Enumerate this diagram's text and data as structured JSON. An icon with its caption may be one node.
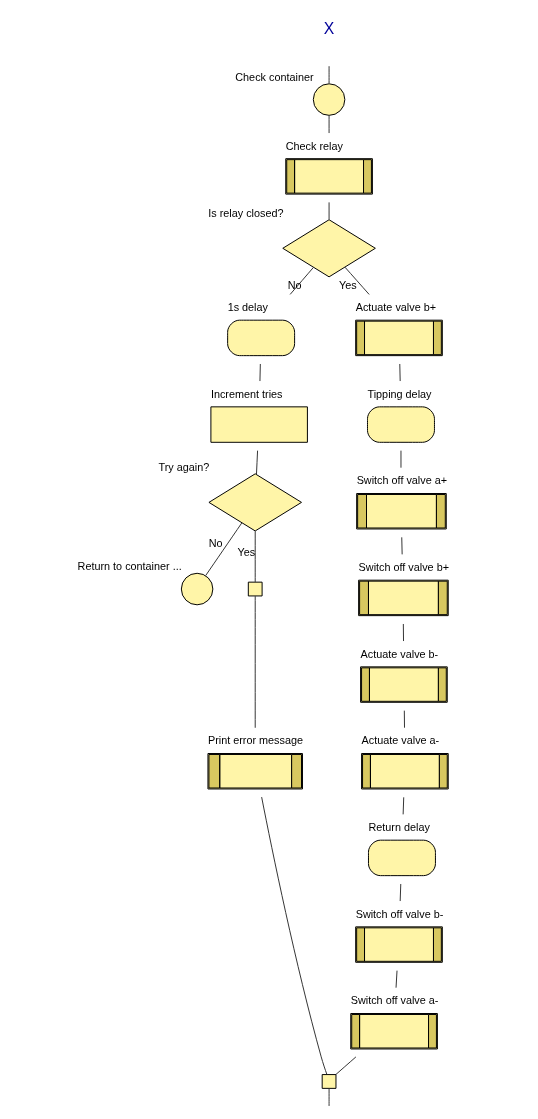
{
  "diagram": {
    "nodes": [
      {
        "text": [
          "Check container"
        ]
      },
      {
        "text": [
          "Check relay"
        ]
      },
      {
        "text": [
          "Is relay closed?"
        ]
      },
      {
        "text": [
          "1s delay"
        ]
      },
      {
        "text": [
          "Increment tries"
        ]
      },
      {
        "text": [
          "Try again?"
        ]
      },
      {
        "text": [
          "Return to container ..."
        ]
      },
      {
        "text": [],
        "shape": "box"
      },
      {
        "text": [
          "Print error message"
        ]
      },
      {
        "text": [
          "Actuate valve b+"
        ]
      },
      {
        "text": [
          "Tipping delay"
        ]
      },
      {
        "text": [
          "Switch off valve a+"
        ]
      },
      {
        "text": [
          "Switch off valve b+"
        ]
      },
      {
        "text": [
          "Actuate valve b-"
        ]
      },
      {
        "text": [
          "Actuate valve a-"
        ]
      },
      {
        "text": [
          "Return delay"
        ]
      },
      {
        "text": [
          "Switch off valve b-"
        ]
      },
      {
        "text": [
          "Switch off valve a-"
        ]
      },
      {
        "text": [],
        "shape": "box"
      }
    ],
    "edges": [
      {
        "from": null,
        "to": 0,
        "arrow": "none"
      },
      {
        "from": 0,
        "to": 1,
        "arrow": "none"
      },
      {
        "from": 1,
        "to": 2,
        "arrow": "none"
      },
      {
        "from": 2,
        "to": 3,
        "arrow": "none",
        "label": "No"
      },
      {
        "from": 2,
        "to": 9,
        "arrow": "none",
        "label": "Yes"
      },
      {
        "from": 3,
        "to": 4,
        "arrow": "none"
      },
      {
        "from": 4,
        "to": 5,
        "arrow": "none"
      },
      {
        "from": 5,
        "to": 6,
        "arrow": "none",
        "label": "No"
      },
      {
        "from": 5,
        "to": 7,
        "arrow": "none",
        "label": "Yes"
      },
      {
        "from": 7,
        "to": 8,
        "arrow": "none"
      },
      {
        "from": 8,
        "to": 18,
        "arrow": "none"
      },
      {
        "from": 9,
        "to": 10,
        "arrow": "none"
      },
      {
        "from": 10,
        "to": 11,
        "arrow": "none"
      },
      {
        "from": 11,
        "to": 12,
        "arrow": "none"
      },
      {
        "from": 12,
        "to": 13,
        "arrow": "none"
      },
      {
        "from": 13,
        "to": 14,
        "arrow": "none"
      },
      {
        "from": 14,
        "to": 15,
        "arrow": "none"
      },
      {
        "from": 15,
        "to": 16,
        "arrow": "none"
      },
      {
        "from": 16,
        "to": 17,
        "arrow": "none"
      },
      {
        "from": 17,
        "to": 18,
        "arrow": "none"
      },
      {
        "from": 18,
        "to": null,
        "arrow": "none"
      }
    ],
    "labels": [
      "X"
    ]
  }
}
